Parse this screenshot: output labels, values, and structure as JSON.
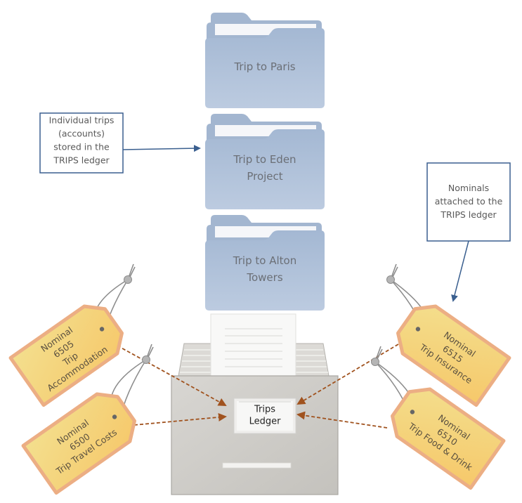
{
  "folders": [
    {
      "name": "folder-trip-to-paris",
      "lines": [
        "Trip to Paris"
      ]
    },
    {
      "name": "folder-trip-to-eden-project",
      "lines": [
        "Trip to Eden",
        "Project"
      ]
    },
    {
      "name": "folder-trip-to-alton-towers",
      "lines": [
        "Trip to Alton",
        "Towers"
      ]
    }
  ],
  "callouts": {
    "trips": {
      "lines": [
        "Individual trips",
        "(accounts)",
        "stored in the",
        "TRIPS ledger"
      ]
    },
    "nominals": {
      "lines": [
        "Nominals",
        "attached to the",
        "TRIPS ledger"
      ]
    }
  },
  "ledger": {
    "label_lines": [
      "Trips",
      "Ledger"
    ]
  },
  "tags": [
    {
      "name": "tag-6505",
      "lines": [
        "Nominal",
        "6505",
        "Trip",
        "Accommodation"
      ]
    },
    {
      "name": "tag-6500",
      "lines": [
        "Nominal",
        "6500",
        "Trip Travel Costs"
      ]
    },
    {
      "name": "tag-6515",
      "lines": [
        "Nominal",
        "6515",
        "Trip Insurance"
      ]
    },
    {
      "name": "tag-6510",
      "lines": [
        "Nominal",
        "6510",
        "Trip Food & Drink"
      ]
    }
  ],
  "colors": {
    "folder_fill": "#a9bcd6",
    "folder_tab": "#b4c5dc",
    "callout_border": "#3a5f8f",
    "callout_arrow": "#3a5f8f",
    "tag_fill": "#f6d27a",
    "tag_border": "#ecae84",
    "dashed_arrow": "#a0521e",
    "cabinet": "#cfcdc8"
  }
}
